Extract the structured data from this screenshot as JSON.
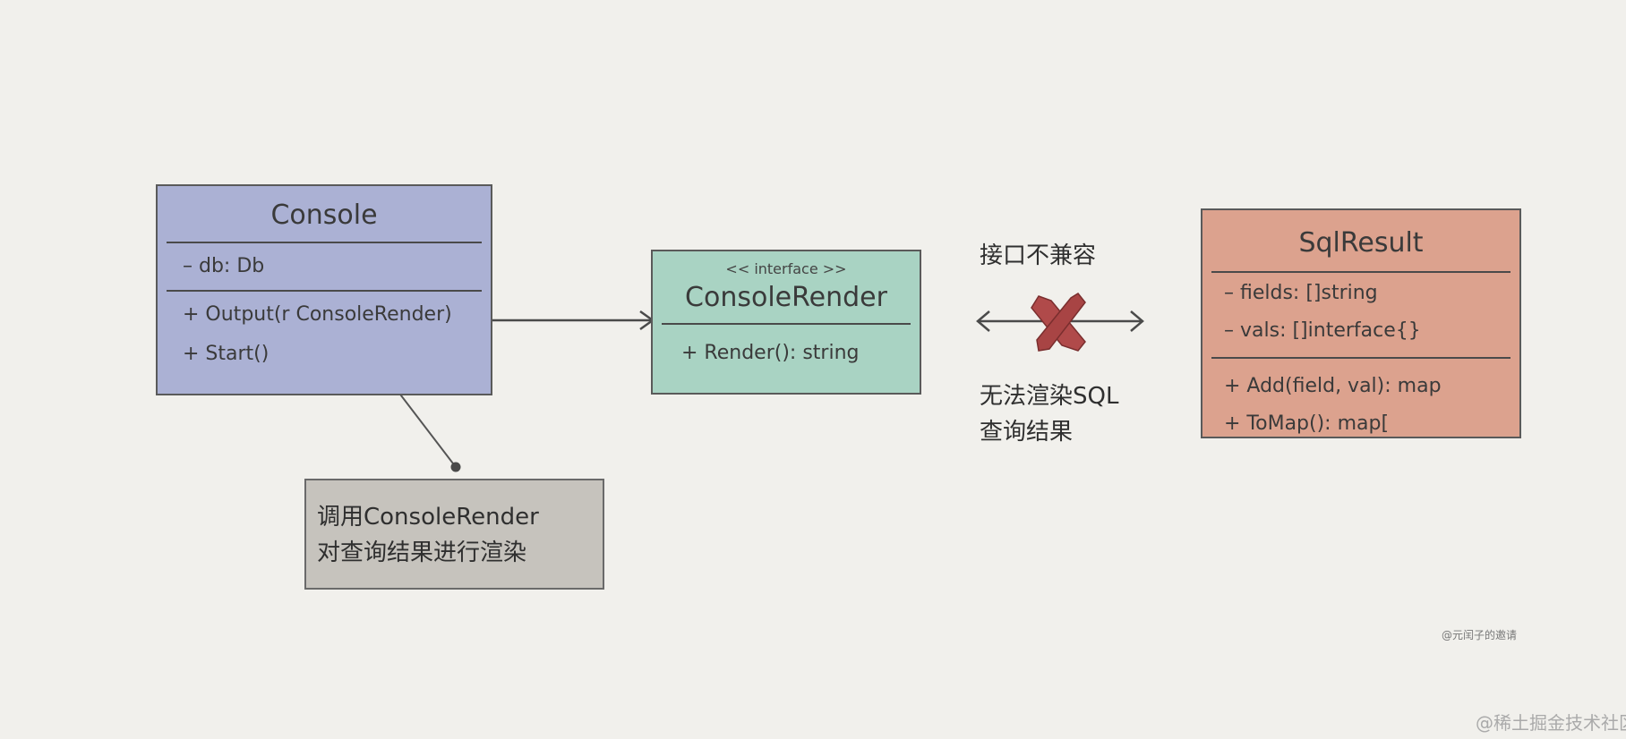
{
  "console": {
    "title": "Console",
    "fields": [
      "– db: Db"
    ],
    "methods": [
      "+ Output(r ConsoleRender)",
      "+ Start()"
    ]
  },
  "console_render": {
    "stereotype": "<< interface >>",
    "title": "ConsoleRender",
    "methods": [
      "+ Render(): string"
    ]
  },
  "sql_result": {
    "title": "SqlResult",
    "fields": [
      "– fields: []string",
      "– vals: []interface{}"
    ],
    "methods": [
      "+ Add(field, val): map",
      "+ ToMap(): map["
    ]
  },
  "note": {
    "lines": [
      "调用ConsoleRender",
      "对查询结果进行渲染"
    ]
  },
  "incompatible_label": "接口不兼容",
  "cannot_render_label": [
    "无法渲染SQL",
    "查询结果"
  ],
  "watermark": "@元闰子的邀请",
  "site_watermark": "@稀土掘金技术社区",
  "colors": {
    "console_fill": "#abb1d4",
    "render_fill": "#a9d3c3",
    "sql_fill": "#dca28e",
    "note_fill": "#c6c3bd",
    "cross": "#b04a4a",
    "background": "#f1f0ec"
  }
}
